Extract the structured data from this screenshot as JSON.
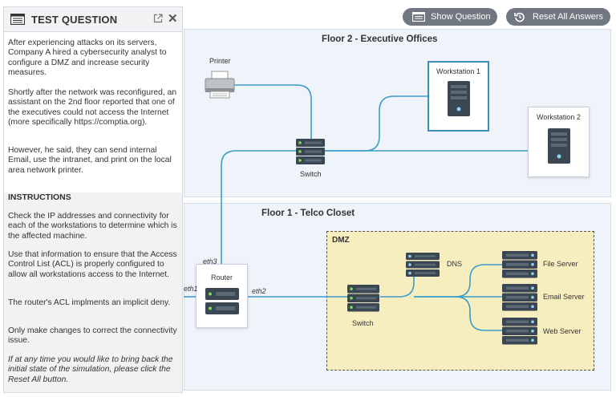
{
  "panel": {
    "title": "TEST QUESTION",
    "paragraphs": [
      "After experiencing attacks on its servers, Company A hired a cybersecurity analyst to configure a DMZ and increase security measures.",
      "Shortly after the network was reconfigured, an assistant on the 2nd floor reported that one of the executives could not access the Internet (more specifically https://comptia.org).",
      "However, he said, they can send internal Email, use the intranet, and print on the local area network printer."
    ],
    "instructions_heading": "INSTRUCTIONS",
    "instructions": [
      "Check the IP addresses and connectivity for each of the workstations to determine which is the affected machine.",
      "Use that information to ensure that the Access Control List (ACL) is properly configured to allow all workstations access to the Internet.",
      "The router's ACL implments an implicit deny.",
      "Only make changes to correct the connectivity issue."
    ],
    "note": "If at any time you would like to bring back the initial state of the simulation, please click the Reset All button."
  },
  "toolbar": {
    "show_question": "Show Question",
    "reset_all": "Reset All Answers"
  },
  "diagram": {
    "floor2_label": "Floor 2 - Executive Offices",
    "floor1_label": "Floor 1 - Telco Closet",
    "dmz_label": "DMZ",
    "printer": "Printer",
    "switch_floor2": "Switch",
    "workstation1": "Workstation 1",
    "workstation2": "Workstation 2",
    "router": "Router",
    "eth1": "eth1",
    "eth2": "eth2",
    "eth3": "eth3",
    "switch_dmz": "Switch",
    "dns": "DNS",
    "file_server": "File Server",
    "email_server": "Email Server",
    "web_server": "Web Server"
  },
  "colors": {
    "wire": "#3b9ccc",
    "button_bg": "#707780",
    "dmz_bg": "#f7eec0",
    "floor_bg": "#eef4f9"
  }
}
